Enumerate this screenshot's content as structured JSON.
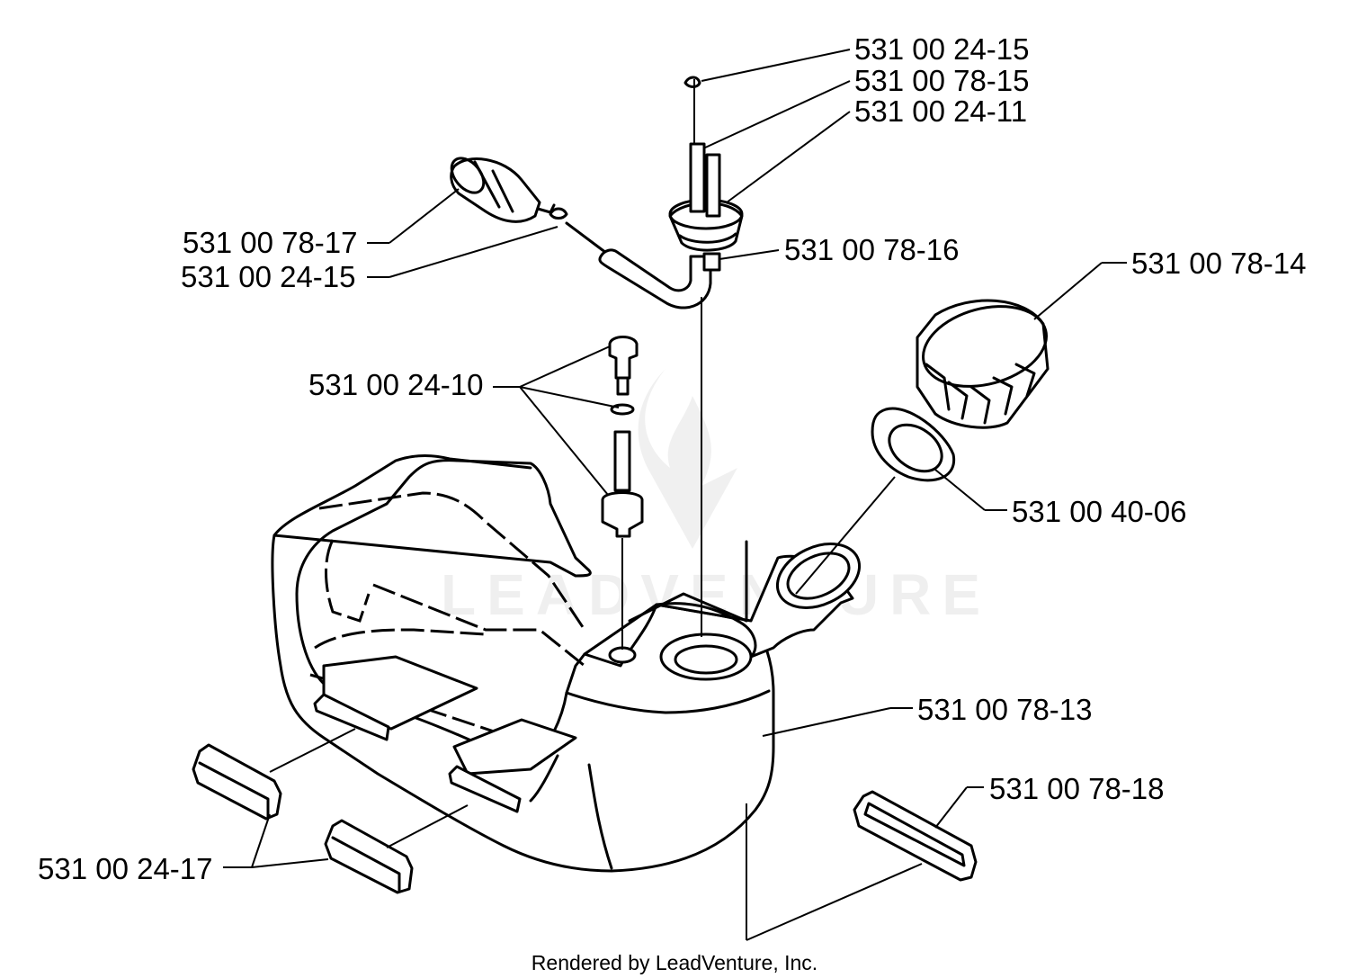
{
  "labels": {
    "cap_clip_top": "531 00 24-15",
    "vent_hose": "531 00 78-15",
    "grommet": "531 00 24-11",
    "fuel_filter": "531 00 78-17",
    "filter_clip": "531 00 24-15",
    "fuel_line": "531 00 78-16",
    "fuel_cap": "531 00 78-14",
    "vent_valve": "531 00 24-10",
    "cap_gasket": "531 00 40-06",
    "fuel_tank": "531 00 78-13",
    "tank_mount_right": "531 00 78-18",
    "tank_mounts_left": "531 00 24-17"
  },
  "footer": "Rendered by LeadVenture, Inc.",
  "watermark": "LEADVENTURE"
}
